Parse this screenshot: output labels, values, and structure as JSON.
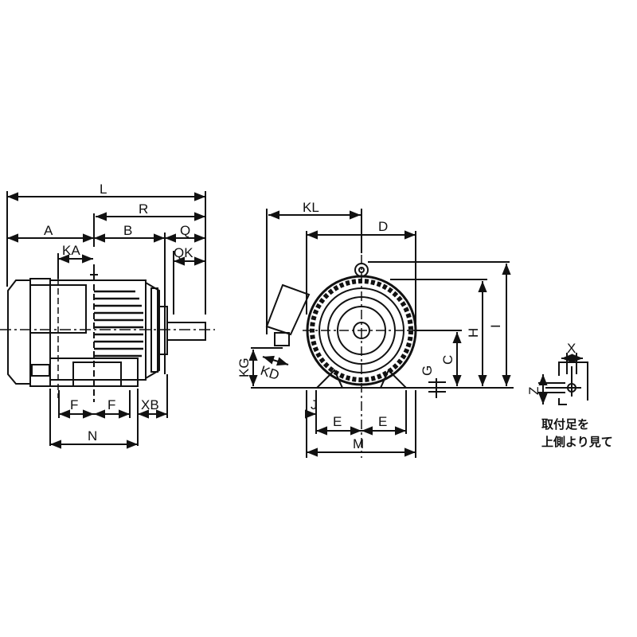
{
  "drawing": {
    "title": "Motor outline dimension drawing",
    "side_view": {
      "labels": {
        "L": "L",
        "R": "R",
        "A": "A",
        "B": "B",
        "Q": "Q",
        "QK": "QK",
        "KA": "KA",
        "F1": "F",
        "F2": "F",
        "XB": "XB",
        "N": "N"
      }
    },
    "front_view": {
      "labels": {
        "KL": "KL",
        "D": "D",
        "I": "I",
        "H": "H",
        "C": "C",
        "G": "G",
        "KG": "KG",
        "KD": "KD",
        "J": "J",
        "E1": "E",
        "E2": "E",
        "M": "M"
      }
    },
    "foot_detail": {
      "labels": {
        "X": "X",
        "Z": "Z"
      },
      "note_line1": "取付足を",
      "note_line2": "上側より見て"
    },
    "colors": {
      "line": "#111111",
      "background": "#ffffff"
    }
  }
}
